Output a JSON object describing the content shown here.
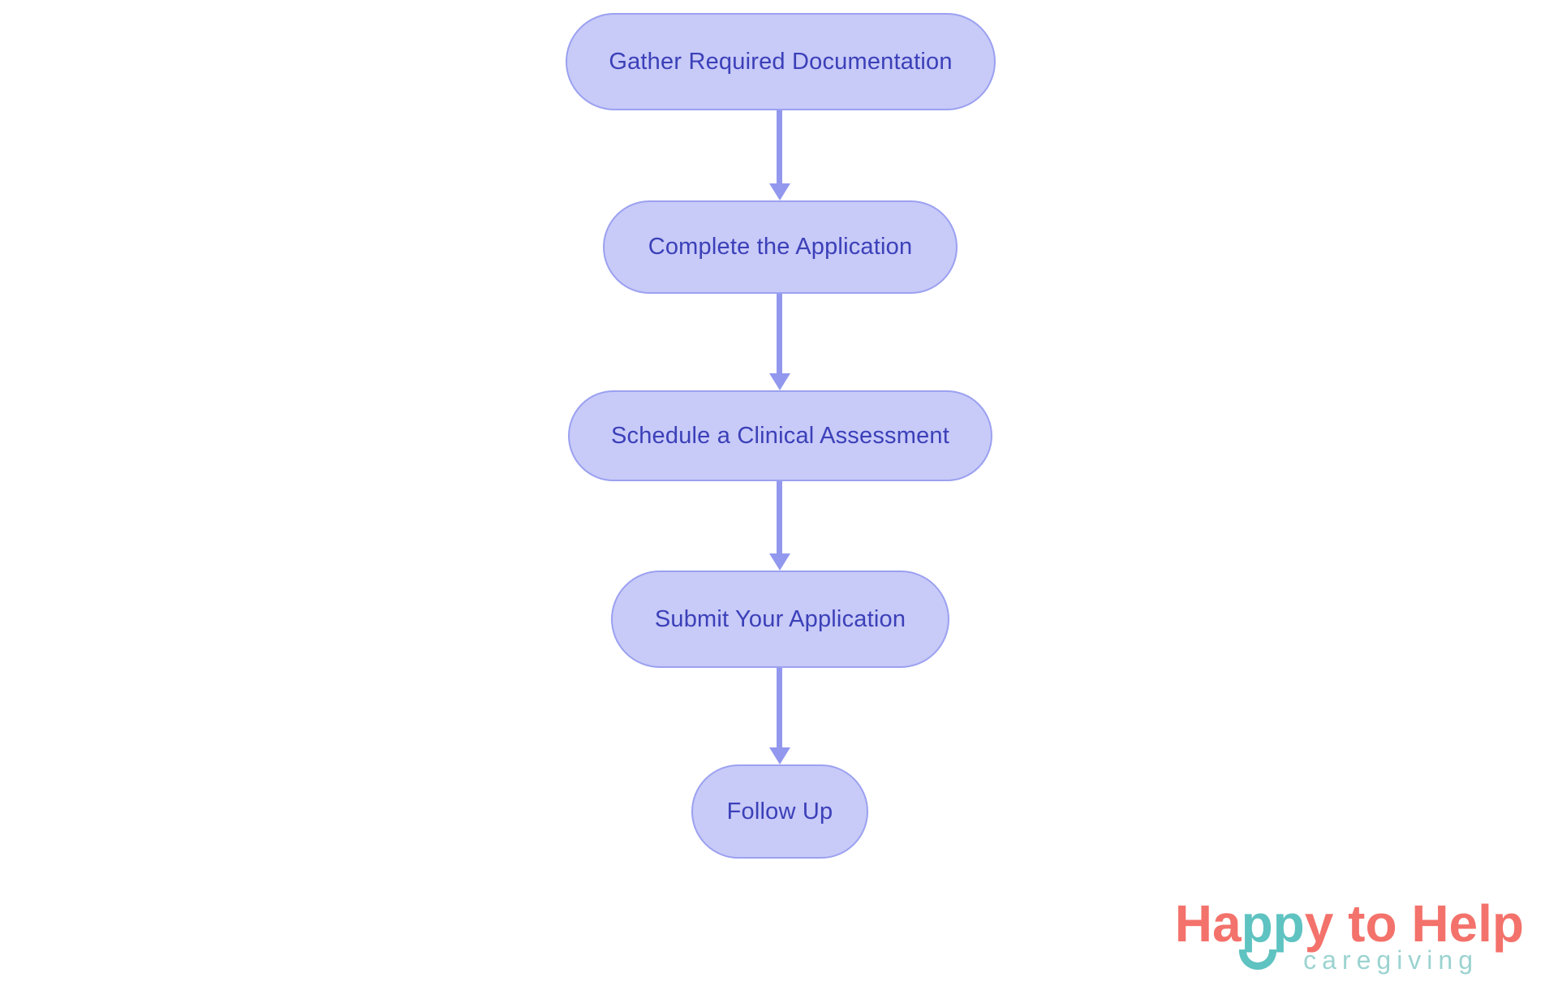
{
  "flowchart": {
    "type": "vertical-process-flow",
    "nodes": [
      {
        "id": "gather-documentation",
        "label": "Gather Required Documentation"
      },
      {
        "id": "complete-application",
        "label": "Complete the Application"
      },
      {
        "id": "schedule-assessment",
        "label": "Schedule a Clinical Assessment"
      },
      {
        "id": "submit-application",
        "label": "Submit Your Application"
      },
      {
        "id": "follow-up",
        "label": "Follow Up"
      }
    ],
    "connections": [
      {
        "from": "gather-documentation",
        "to": "complete-application"
      },
      {
        "from": "complete-application",
        "to": "schedule-assessment"
      },
      {
        "from": "schedule-assessment",
        "to": "submit-application"
      },
      {
        "from": "submit-application",
        "to": "follow-up"
      }
    ],
    "colors": {
      "node_fill": "#c8caf8",
      "node_border": "#9ba1f0",
      "node_text": "#3b40b8",
      "arrow": "#9298ee"
    }
  },
  "logo": {
    "segments": [
      {
        "text": "Ha",
        "color": "#f3726b"
      },
      {
        "text": "pp",
        "color": "#5ec3c1"
      },
      {
        "text": "y to Help",
        "color": "#f3726b"
      }
    ],
    "tagline": "caregiving",
    "colors": {
      "coral": "#f3726b",
      "teal": "#5ec3c1",
      "tagline_teal": "#9bd3d0"
    }
  }
}
